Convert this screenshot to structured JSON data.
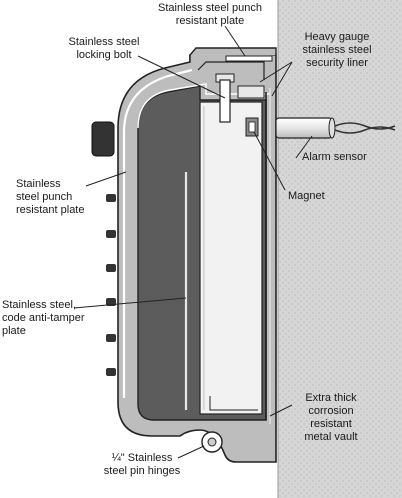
{
  "labels": {
    "punch_plate_top": "Stainless steel punch\nresistant plate",
    "locking_bolt": "Stainless steel\nlocking bolt",
    "security_liner": "Heavy gauge\nstainless steel\nsecurity liner",
    "alarm_sensor": "Alarm sensor",
    "magnet": "Magnet",
    "punch_plate_side": "Stainless\nsteel punch\nresistant plate",
    "anti_tamper": "Stainless steel,\ncode anti-tamper\nplate",
    "vault": "Extra thick\ncorrosion\nresistant\nmetal vault",
    "hinges": "¼\" Stainless\nsteel pin hinges"
  },
  "colors": {
    "wall_fill": "#d6d6d6",
    "wall_stipple": "#a9a9a9",
    "vault_fill": "#bdbdbd",
    "interior_fill": "#5c5c5c",
    "panel_fill": "#f2f2f2",
    "outline": "#222222",
    "cylinder": "#eeeeee",
    "button": "#333333"
  },
  "icons": {
    "alarm_sensor": "cylinder-sensor-icon",
    "magnet": "magnet-block-icon",
    "hinge": "hinge-pin-icon"
  }
}
